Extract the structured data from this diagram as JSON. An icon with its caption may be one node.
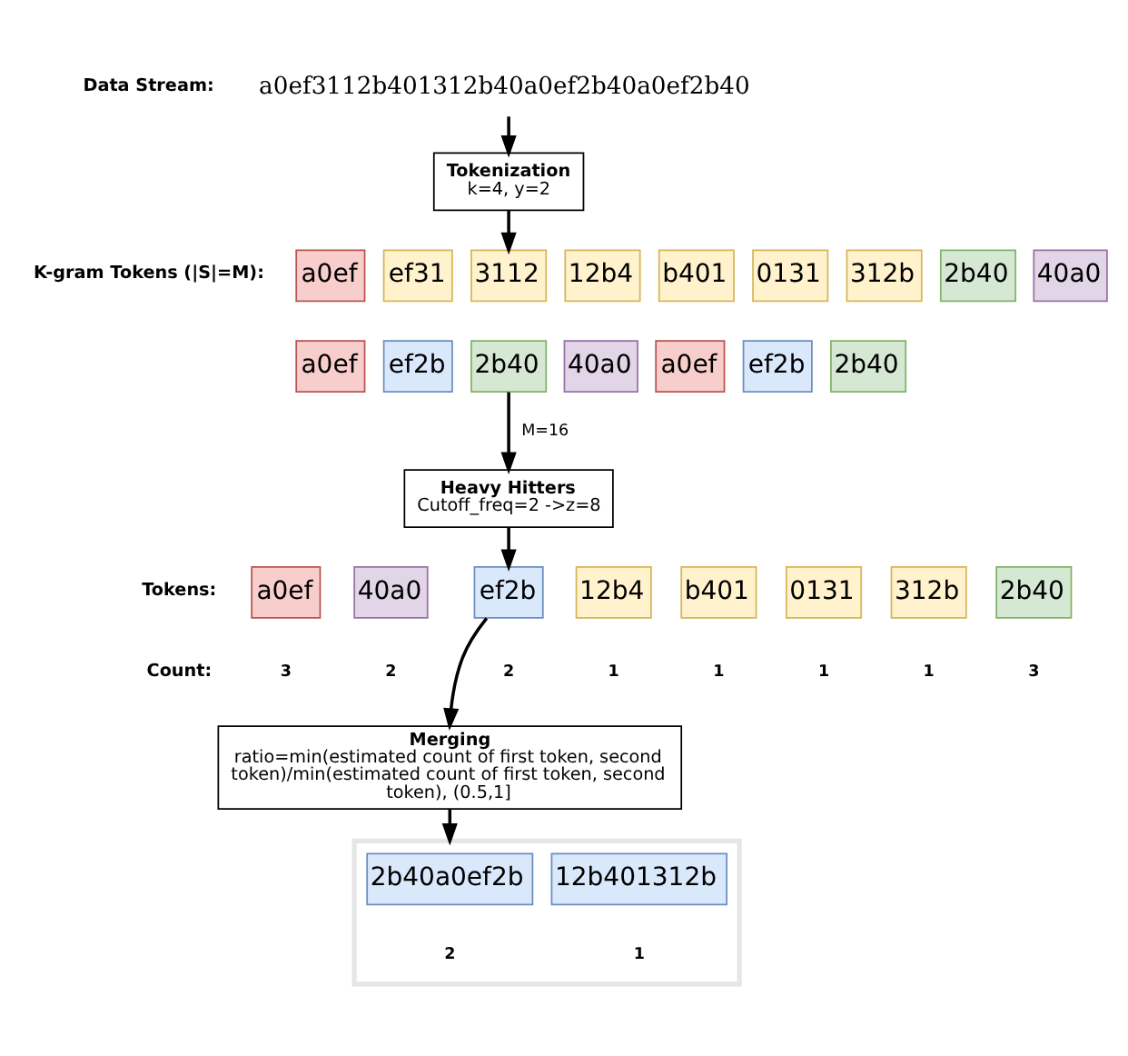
{
  "diagram": {
    "nodes": [
      {
        "text": [
          "a0ef3112b401312b40a0ef2b40a0ef2b40"
        ]
      },
      {
        "text": [
          "Tokenization",
          "k=4, y=2"
        ]
      },
      {
        "text": [
          "a0ef"
        ]
      },
      {
        "text": [
          "ef31"
        ]
      },
      {
        "text": [
          "3112"
        ]
      },
      {
        "text": [
          "12b4"
        ]
      },
      {
        "text": [
          "b401"
        ]
      },
      {
        "text": [
          "0131"
        ]
      },
      {
        "text": [
          "312b"
        ]
      },
      {
        "text": [
          "2b40"
        ]
      },
      {
        "text": [
          "40a0"
        ]
      },
      {
        "text": [
          "a0ef"
        ]
      },
      {
        "text": [
          "ef2b"
        ]
      },
      {
        "text": [
          "2b40"
        ]
      },
      {
        "text": [
          "40a0"
        ]
      },
      {
        "text": [
          "a0ef"
        ]
      },
      {
        "text": [
          "ef2b"
        ]
      },
      {
        "text": [
          "2b40"
        ]
      },
      {
        "text": [
          "Heavy Hitters",
          "Cutoff_freq=2 ->z=8"
        ]
      },
      {
        "text": [
          "a0ef"
        ],
        "beside": [
          "3"
        ]
      },
      {
        "text": [
          "40a0"
        ],
        "beside": [
          "2"
        ]
      },
      {
        "text": [
          "ef2b"
        ],
        "beside": [
          "2"
        ]
      },
      {
        "text": [
          "12b4"
        ],
        "beside": [
          "1"
        ]
      },
      {
        "text": [
          "b401"
        ],
        "beside": [
          "1"
        ]
      },
      {
        "text": [
          "0131"
        ],
        "beside": [
          "1"
        ]
      },
      {
        "text": [
          "312b"
        ],
        "beside": [
          "1"
        ]
      },
      {
        "text": [
          "2b40"
        ],
        "beside": [
          "3"
        ]
      },
      {
        "text": [
          "Merging",
          "ratio=min(estimated count of first token, second token)/min(estimated count of first token, second token), (0.5,1]"
        ]
      },
      {
        "text": [],
        "shape": "box"
      },
      {
        "text": [
          "2b40a0ef2b"
        ],
        "in": 28,
        "beside": [
          "2"
        ]
      },
      {
        "text": [
          "12b401312b"
        ],
        "in": 28,
        "beside": [
          "1"
        ]
      }
    ],
    "edges": [
      {
        "from": 0,
        "to": 1,
        "arrow": "to"
      },
      {
        "from": 1,
        "to": 4,
        "arrow": "to"
      },
      {
        "from": 13,
        "to": 18,
        "arrow": "to",
        "label": "M=16"
      },
      {
        "from": 18,
        "to": 21,
        "arrow": "to"
      },
      {
        "from": 21,
        "to": 27,
        "arrow": "to"
      },
      {
        "from": 27,
        "to": 28,
        "arrow": "to"
      }
    ],
    "labels": [
      "Data Stream:",
      "K-gram Tokens (|S|=M):",
      "Tokens:",
      "Count:"
    ]
  }
}
